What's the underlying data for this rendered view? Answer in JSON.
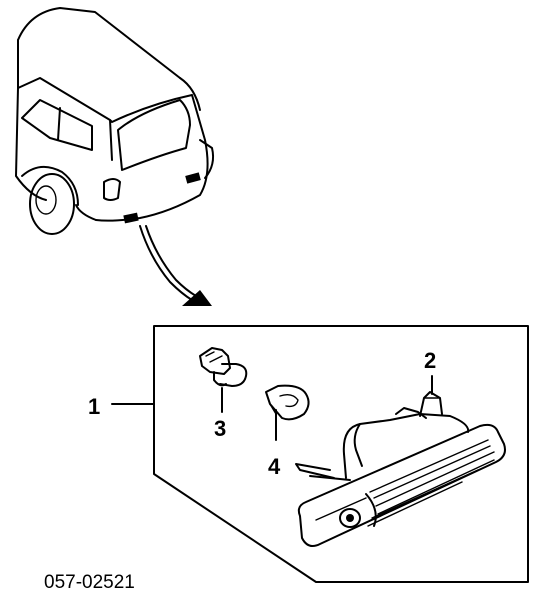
{
  "diagram": {
    "callouts": {
      "part1": "1",
      "part2": "2",
      "part3": "3",
      "part4": "4"
    },
    "reference_code": "057-02521"
  }
}
